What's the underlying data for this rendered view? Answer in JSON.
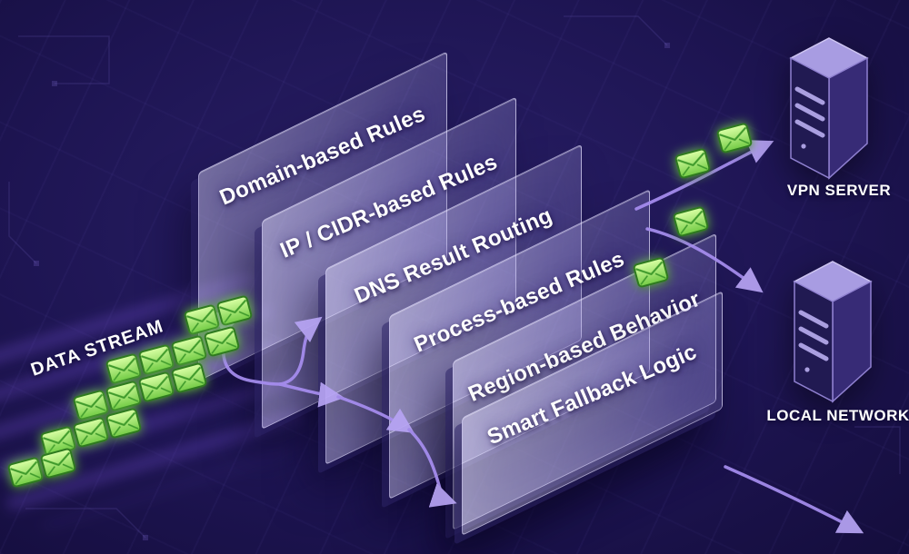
{
  "stream": {
    "label": "DATA STREAM"
  },
  "panels": [
    {
      "label": "Domain-based Rules"
    },
    {
      "label": "IP / CIDR-based Rules"
    },
    {
      "label": "DNS Result Routing"
    },
    {
      "label": "Process-based Rules"
    },
    {
      "label": "Region-based Behavior"
    },
    {
      "label": "Smart Fallback Logic"
    }
  ],
  "endpoints": [
    {
      "label": "VPN SERVER"
    },
    {
      "label": "LOCAL NETWORK"
    }
  ],
  "icons": {
    "envelope": "envelope-icon",
    "server": "server-tower-icon",
    "arrow": "flow-arrow"
  },
  "colors": {
    "background": "#1e1553",
    "panel_fill": "rgba(218,214,246,0.42)",
    "arrow_accent": "#a78ef0",
    "envelope_green": "#8ee05a",
    "text": "#ffffff"
  }
}
